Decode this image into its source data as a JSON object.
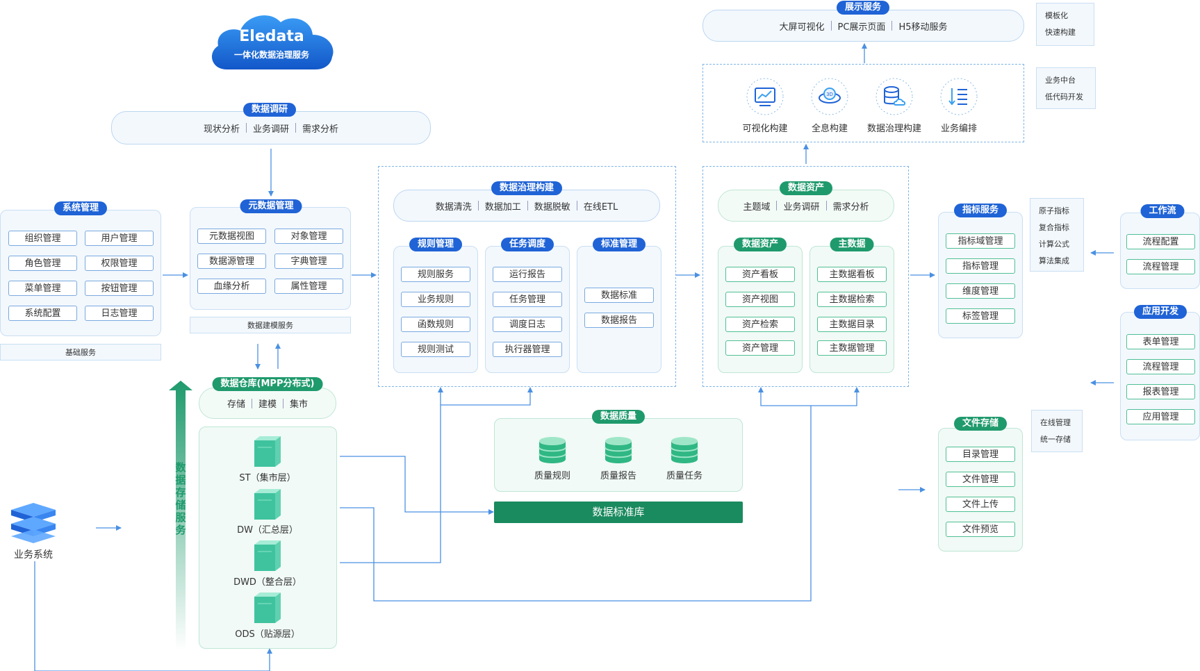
{
  "cloud": {
    "title": "Eledata",
    "subtitle": "一体化数据治理服务"
  },
  "research": {
    "title": "数据调研",
    "items": [
      "现状分析",
      "业务调研",
      "需求分析"
    ]
  },
  "system_mgmt": {
    "title": "系统管理",
    "items": [
      "组织管理",
      "用户管理",
      "角色管理",
      "权限管理",
      "菜单管理",
      "按钮管理",
      "系统配置",
      "日志管理"
    ],
    "footer": "基础服务"
  },
  "metadata_mgmt": {
    "title": "元数据管理",
    "items": [
      "元数据视图",
      "对象管理",
      "数据源管理",
      "字典管理",
      "血缘分析",
      "属性管理"
    ],
    "footer": "数据建模服务"
  },
  "governance": {
    "title": "数据治理构建",
    "items": [
      "数据清洗",
      "数据加工",
      "数据脱敏",
      "在线ETL"
    ],
    "rules": {
      "title": "规则管理",
      "items": [
        "规则服务",
        "业务规则",
        "函数规则",
        "规则测试"
      ]
    },
    "scheduling": {
      "title": "任务调度",
      "items": [
        "运行报告",
        "任务管理",
        "调度日志",
        "执行器管理"
      ]
    },
    "standards": {
      "title": "标准管理",
      "items": [
        "数据标准",
        "数据报告"
      ]
    }
  },
  "assets": {
    "title": "数据资产",
    "items": [
      "主题域",
      "业务调研",
      "需求分析"
    ],
    "asset": {
      "title": "数据资产",
      "items": [
        "资产看板",
        "资产视图",
        "资产检索",
        "资产管理"
      ]
    },
    "master": {
      "title": "主数据",
      "items": [
        "主数据看板",
        "主数据检索",
        "主数据目录",
        "主数据管理"
      ]
    }
  },
  "display": {
    "title": "展示服务",
    "items": [
      "大屏可视化",
      "PC展示页面",
      "H5移动服务"
    ],
    "note": [
      "模板化",
      "快速构建"
    ]
  },
  "builders": {
    "items": [
      "可视化构建",
      "全息构建",
      "数据治理构建",
      "业务编排"
    ],
    "icons": [
      "chart-screen-icon",
      "globe-3d-icon",
      "database-cloud-icon",
      "list-order-icon"
    ],
    "note": [
      "业务中台",
      "低代码开发"
    ]
  },
  "indicator": {
    "title": "指标服务",
    "items": [
      "指标域管理",
      "指标管理",
      "维度管理",
      "标签管理"
    ],
    "note": [
      "原子指标",
      "复合指标",
      "计算公式",
      "算法集成"
    ]
  },
  "workflow": {
    "title": "工作流",
    "items": [
      "流程配置",
      "流程管理"
    ]
  },
  "appdev": {
    "title": "应用开发",
    "items": [
      "表单管理",
      "流程管理",
      "报表管理",
      "应用管理"
    ]
  },
  "file_storage": {
    "title": "文件存储",
    "items": [
      "目录管理",
      "文件管理",
      "文件上传",
      "文件预览"
    ],
    "note": [
      "在线管理",
      "统一存储"
    ]
  },
  "warehouse": {
    "title": "数据仓库(MPP分布式)",
    "items": [
      "存储",
      "建模",
      "集市"
    ],
    "layers": [
      "ST（集市层）",
      "DW（汇总层）",
      "DWD（整合层）",
      "ODS（贴源层）"
    ]
  },
  "storage_service": {
    "label": "数据存储服务"
  },
  "quality": {
    "title": "数据质量",
    "items": [
      "质量规则",
      "质量报告",
      "质量任务"
    ],
    "standard_db": "数据标准库"
  },
  "business_system": {
    "label": "业务系统"
  },
  "colors": {
    "blue": "#1f63d6",
    "green": "#1f9a6d",
    "line": "#4a90e2",
    "panel": "#f3f8fd"
  }
}
